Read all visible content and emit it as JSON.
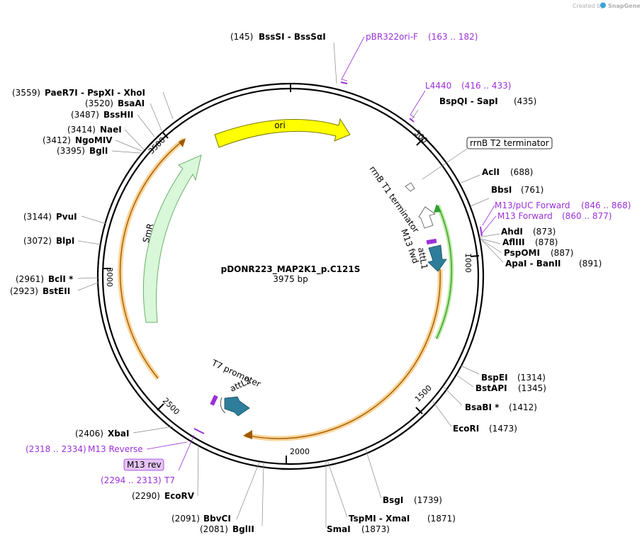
{
  "credit": {
    "prefix": "Created by",
    "brand": "SnapGene"
  },
  "plasmid": {
    "name": "pDONR223_MAP2K1_p.C121S",
    "length": "3975 bp"
  },
  "ticks": [
    "500",
    "1000",
    "1500",
    "2000",
    "2500",
    "3000",
    "3500"
  ],
  "features": [
    {
      "id": "ori",
      "label": "ori",
      "color": "#ffff00"
    },
    {
      "id": "smr",
      "label": "SmR",
      "color": "#ccffcc"
    },
    {
      "id": "rrnb-t1",
      "label": "rrnB T1 terminator"
    },
    {
      "id": "rrnb-t2",
      "label": "rrnB T2 terminator"
    },
    {
      "id": "m13-fwd",
      "label": "M13 fwd"
    },
    {
      "id": "attl1",
      "label": "attL1"
    },
    {
      "id": "t7-promoter",
      "label": "T7 promoter"
    },
    {
      "id": "attl2",
      "label": "attL2"
    }
  ],
  "sites": [
    {
      "name": "BssSI  -  BssSαI",
      "pos": "(145)"
    },
    {
      "name": "BspQI  -  SapI",
      "pos": "(435)"
    },
    {
      "name": "AclI",
      "pos": "(688)"
    },
    {
      "name": "BbsI",
      "pos": "(761)"
    },
    {
      "name": "AhdI",
      "pos": "(873)"
    },
    {
      "name": "AflIII",
      "pos": "(878)"
    },
    {
      "name": "PspOMI",
      "pos": "(887)"
    },
    {
      "name": "ApaI  -  BanII",
      "pos": "(891)"
    },
    {
      "name": "BspEI",
      "pos": "(1314)"
    },
    {
      "name": "BstAPI",
      "pos": "(1345)"
    },
    {
      "name": "BsaBI *",
      "pos": "(1412)"
    },
    {
      "name": "EcoRI",
      "pos": "(1473)"
    },
    {
      "name": "BsgI",
      "pos": "(1739)"
    },
    {
      "name": "TspMI  -  XmaI",
      "pos": "(1871)"
    },
    {
      "name": "SmaI",
      "pos": "(1873)"
    },
    {
      "name": "BglII",
      "pos": "(2081)"
    },
    {
      "name": "BbvCI",
      "pos": "(2091)"
    },
    {
      "name": "EcoRV",
      "pos": "(2290)"
    },
    {
      "name": "XbaI",
      "pos": "(2406)"
    },
    {
      "name": "BstEII",
      "pos": "(2923)"
    },
    {
      "name": "BclI *",
      "pos": "(2961)"
    },
    {
      "name": "BlpI",
      "pos": "(3072)"
    },
    {
      "name": "PvuI",
      "pos": "(3144)"
    },
    {
      "name": "BglI",
      "pos": "(3395)"
    },
    {
      "name": "NgoMIV",
      "pos": "(3412)"
    },
    {
      "name": "NaeI",
      "pos": "(3414)"
    },
    {
      "name": "BssHII",
      "pos": "(3487)"
    },
    {
      "name": "BsaAI",
      "pos": "(3520)"
    },
    {
      "name": "PaeR7I  -  PspXI  -  XhoI",
      "pos": "(3559)"
    }
  ],
  "primers": [
    {
      "name": "pBR322ori-F",
      "range": "(163 .. 182)"
    },
    {
      "name": "L4440",
      "range": "(416 .. 433)"
    },
    {
      "name": "M13/pUC Forward",
      "range": "(846 .. 868)"
    },
    {
      "name": "M13 Forward",
      "range": "(860 .. 877)"
    },
    {
      "name": "M13 Reverse",
      "range": "(2318 .. 2334)"
    },
    {
      "name": "M13 rev",
      "range": ""
    },
    {
      "name": "T7",
      "range": "(2294 .. 2313)"
    }
  ],
  "colors": {
    "primer": "#9b30d9",
    "orf": "#f5b041",
    "orf_stroke": "#a05a00",
    "attl": "#2e7d9a",
    "smr_arrow": "#d9f7d9",
    "ori": "#ffff00",
    "green_feature": "#2fa02f"
  }
}
